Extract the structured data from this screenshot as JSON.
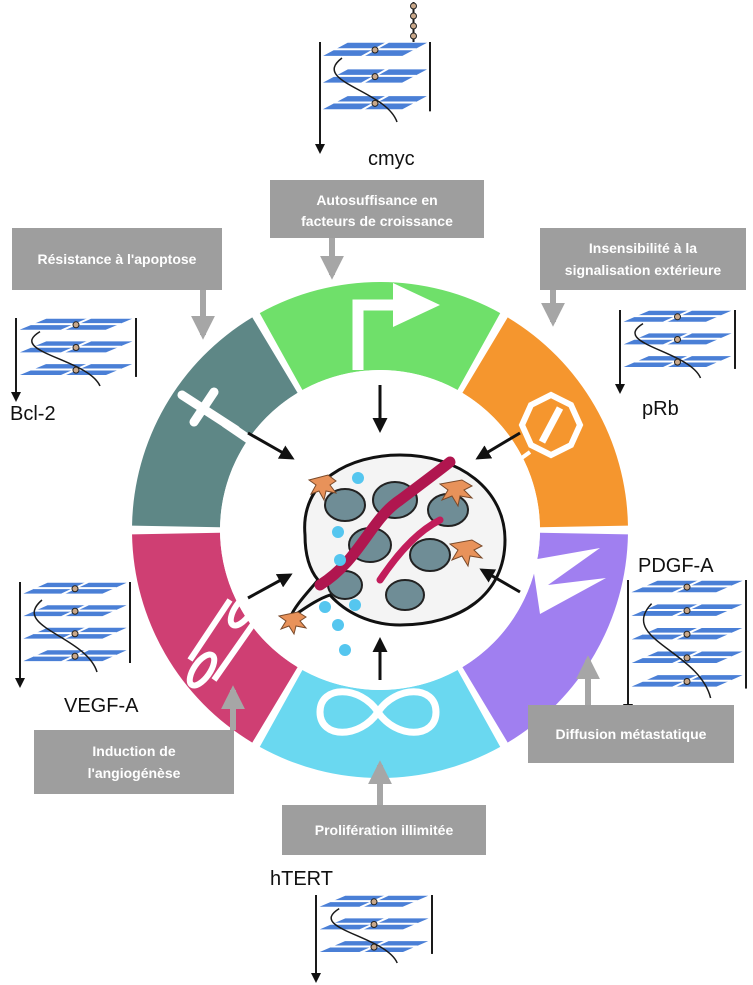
{
  "colors": {
    "box_fill": "#9e9e9e",
    "box_text": "#ffffff",
    "connector": "#a6a6a6",
    "quadruplex_plate": "#4a7fd6",
    "quadruplex_backbone": "#1a1a1a",
    "segments": [
      "#6fe06a",
      "#f5962e",
      "#a07ff0",
      "#6ad8f0",
      "#cf3f73",
      "#5e8786"
    ],
    "arrow": "#111111"
  },
  "hallmarks": [
    {
      "key": "growth",
      "label_lines": [
        "Autosuffisance en",
        "facteurs de croissance"
      ],
      "gene": "cmyc",
      "icon": "bent-arrow-icon",
      "color": "#6fe06a"
    },
    {
      "key": "insensitivity",
      "label_lines": [
        "Insensibilité à la",
        "signalisation extérieure"
      ],
      "gene": "pRb",
      "icon": "stop-sign-icon",
      "color": "#f5962e"
    },
    {
      "key": "metastasis",
      "label_lines": [
        "Diffusion métastatique"
      ],
      "gene": "PDGF-A",
      "icon": "spikes-icon",
      "color": "#a07ff0"
    },
    {
      "key": "proliferation",
      "label_lines": [
        "Prolifération illimitée"
      ],
      "gene": "hTERT",
      "icon": "infinity-icon",
      "color": "#6ad8f0"
    },
    {
      "key": "angiogenesis",
      "label_lines": [
        "Induction de",
        "l'angiogénèse"
      ],
      "gene": "VEGF-A",
      "icon": "vessel-icon",
      "color": "#cf3f73"
    },
    {
      "key": "apoptosis",
      "label_lines": [
        "Résistance à l'apoptose"
      ],
      "gene": "Bcl-2",
      "icon": "cross-icon",
      "color": "#5e8786"
    }
  ]
}
